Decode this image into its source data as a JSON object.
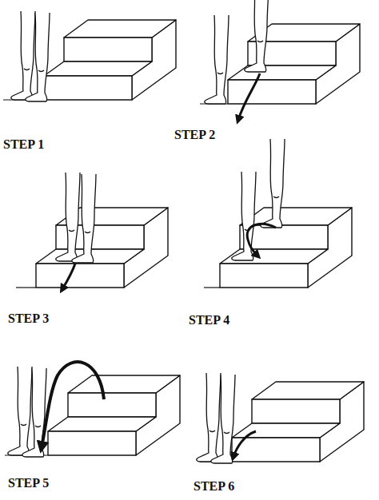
{
  "diagram": {
    "labels": [
      "STEP 1",
      "STEP 2",
      "STEP 3",
      "STEP 4",
      "STEP 5",
      "STEP 6"
    ]
  }
}
